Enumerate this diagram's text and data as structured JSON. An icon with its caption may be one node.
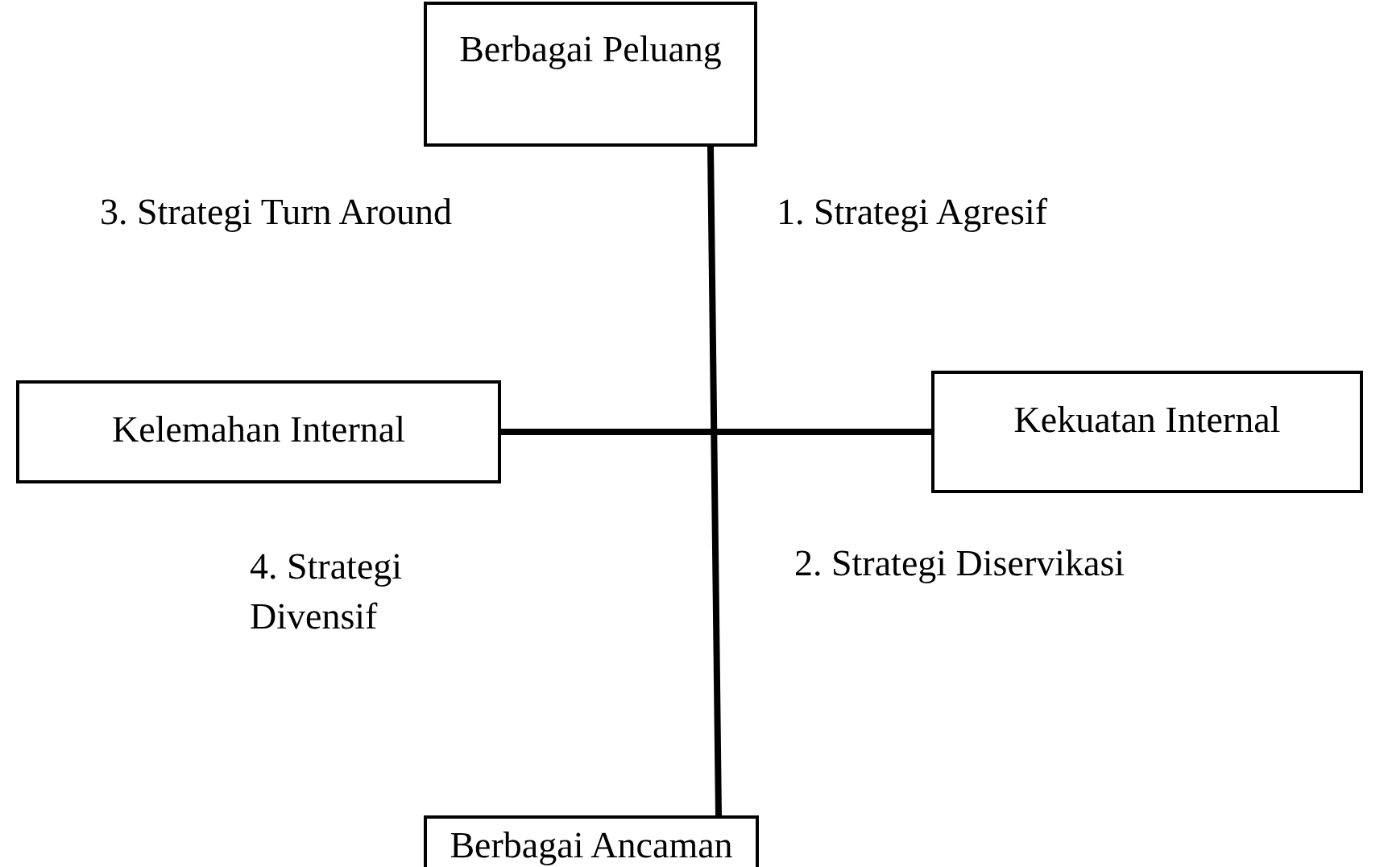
{
  "diagram": {
    "nodes": [
      {
        "text": [
          "Berbagai Peluang"
        ]
      },
      {
        "text": [
          "Kelemahan Internal"
        ]
      },
      {
        "text": [
          "Kekuatan Internal"
        ]
      },
      {
        "text": [
          "Berbagai Ancaman"
        ]
      }
    ],
    "edges": [
      {
        "from": 0,
        "to": 3,
        "arrow": "none"
      },
      {
        "from": 1,
        "to": 2,
        "arrow": "none"
      }
    ],
    "labels": [
      "3. Strategi Turn Around",
      "1. Strategi Agresif",
      "4. Strategi Divensif",
      "2. Strategi Diservikasi"
    ]
  }
}
